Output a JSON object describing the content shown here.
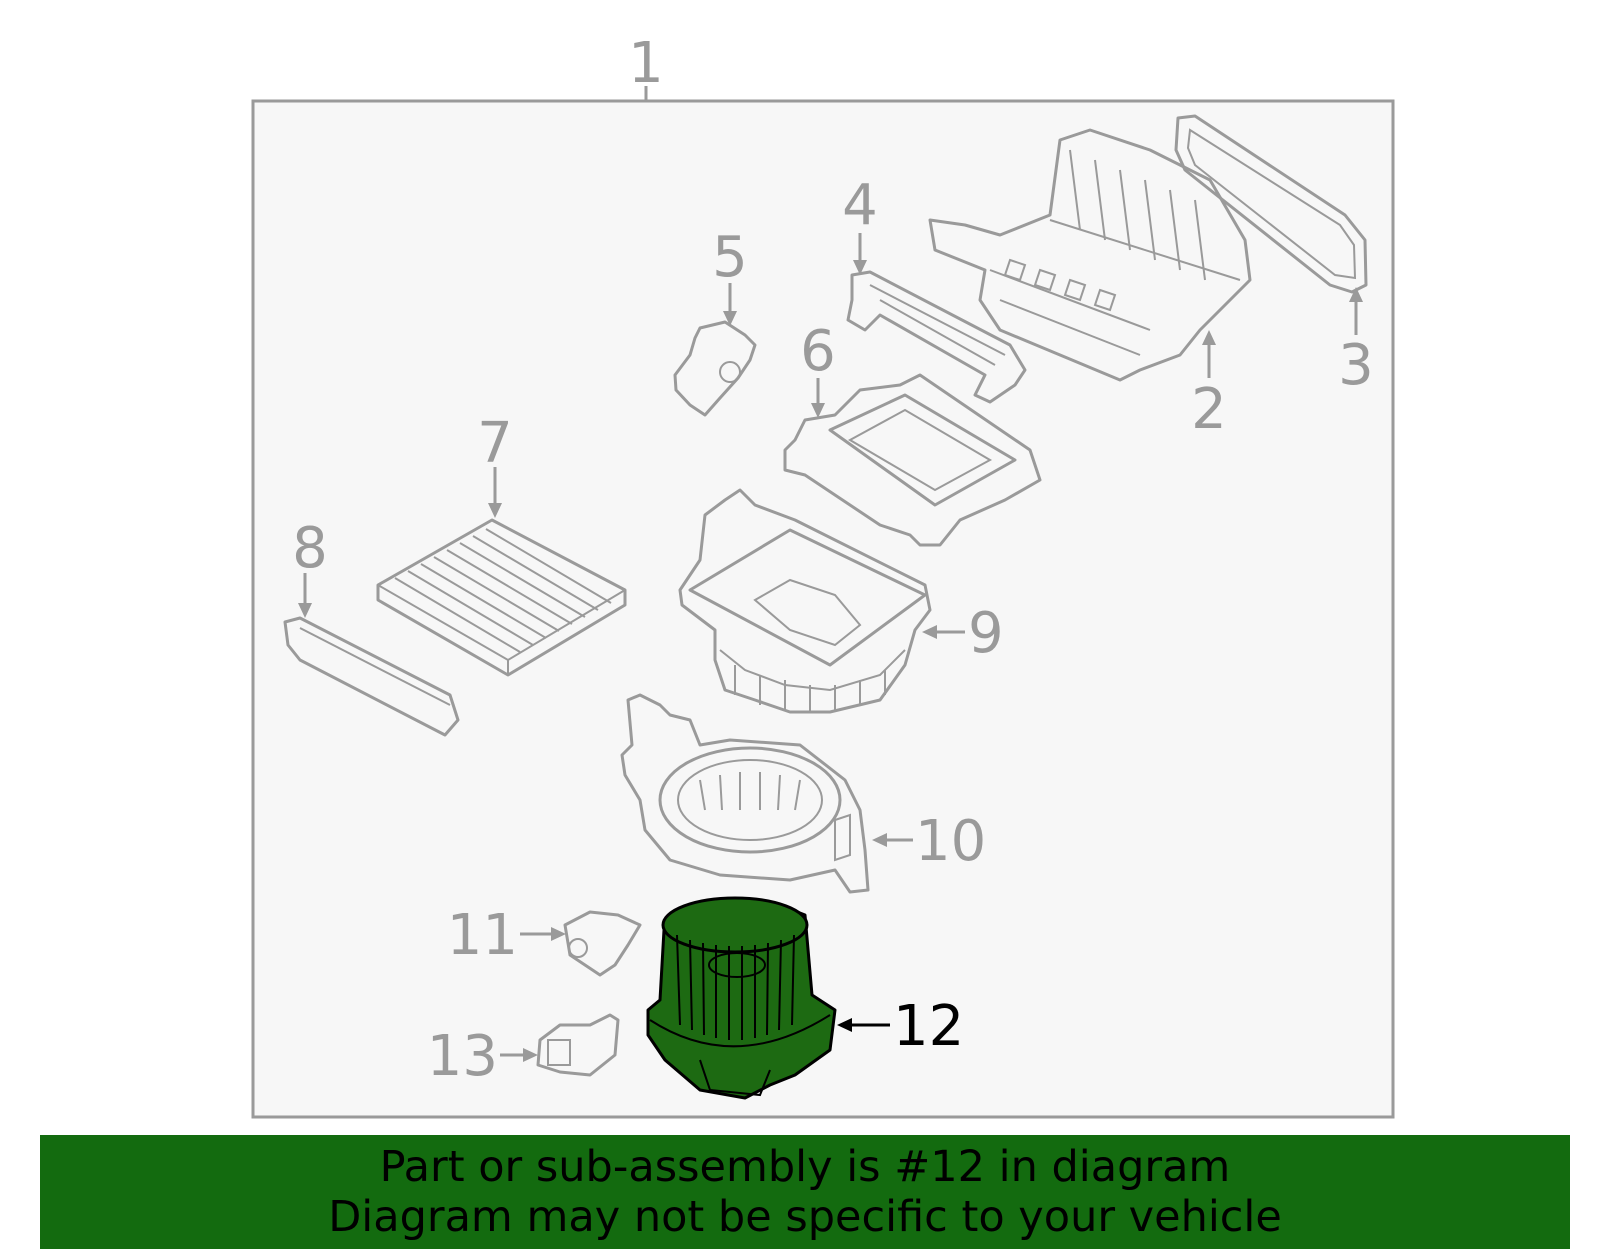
{
  "diagram": {
    "assembly_label": "1",
    "callouts": [
      {
        "id": "c1",
        "text": "1"
      },
      {
        "id": "c2",
        "text": "2"
      },
      {
        "id": "c3",
        "text": "3"
      },
      {
        "id": "c4",
        "text": "4"
      },
      {
        "id": "c5",
        "text": "5"
      },
      {
        "id": "c6",
        "text": "6"
      },
      {
        "id": "c7",
        "text": "7"
      },
      {
        "id": "c8",
        "text": "8"
      },
      {
        "id": "c9",
        "text": "9"
      },
      {
        "id": "c10",
        "text": "10"
      },
      {
        "id": "c11",
        "text": "11"
      },
      {
        "id": "c12",
        "text": "12"
      },
      {
        "id": "c13",
        "text": "13"
      }
    ],
    "highlighted_part": "12",
    "colors": {
      "line": "#9a9a9a",
      "panel": "#f7f7f7",
      "highlight_fill": "#1d6a12",
      "highlight_text": "#000000",
      "banner": "#136b0f"
    }
  },
  "banner": {
    "line1": "Part or sub-assembly is #12 in diagram",
    "line2": "Diagram may not be specific to your vehicle"
  }
}
